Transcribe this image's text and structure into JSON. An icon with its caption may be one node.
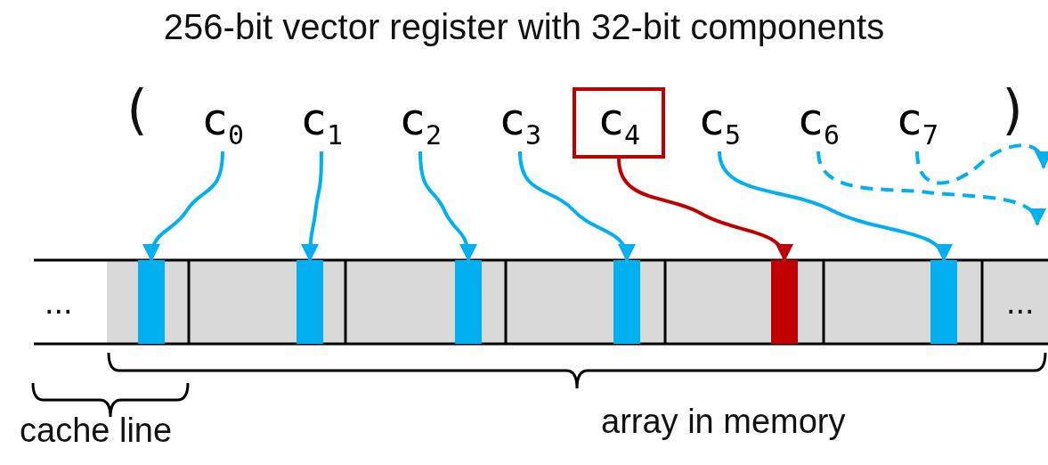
{
  "diagram": {
    "title": "256-bit vector register with 32-bit components",
    "nodes": [
      {
        "text": [
          "c$_{0}$"
        ]
      },
      {
        "text": [
          "c$_{1}$"
        ]
      },
      {
        "text": [
          "c$_{2}$"
        ]
      },
      {
        "text": [
          "c$_{3}$"
        ]
      },
      {
        "text": [
          "c$_{4}$"
        ]
      },
      {
        "text": [
          "c$_{5}$"
        ]
      },
      {
        "text": [
          "c$_{6}$"
        ]
      },
      {
        "text": [
          "c$_{7}$"
        ]
      },
      {
        "text": [],
        "shape": "bar"
      },
      {
        "text": [],
        "shape": "bar"
      },
      {
        "text": [],
        "shape": "bar"
      },
      {
        "text": [],
        "shape": "bar"
      },
      {
        "text": [],
        "shape": "bar"
      },
      {
        "text": [],
        "shape": "bar"
      }
    ],
    "edges": [
      {
        "from": 0,
        "to": 8,
        "arrow": "to"
      },
      {
        "from": 1,
        "to": 9,
        "arrow": "to"
      },
      {
        "from": 2,
        "to": 10,
        "arrow": "to"
      },
      {
        "from": 3,
        "to": 11,
        "arrow": "to"
      },
      {
        "from": 4,
        "to": 12,
        "arrow": "to",
        "color": "#c00000"
      },
      {
        "from": 5,
        "to": 13,
        "arrow": "to"
      },
      {
        "from": 6,
        "to": null,
        "arrow": "to",
        "style": "dashed"
      },
      {
        "from": 7,
        "to": null,
        "arrow": "to",
        "style": "dashed"
      }
    ],
    "labels": [
      "(",
      ")",
      "...",
      "...",
      "cache line",
      "array in memory"
    ]
  }
}
